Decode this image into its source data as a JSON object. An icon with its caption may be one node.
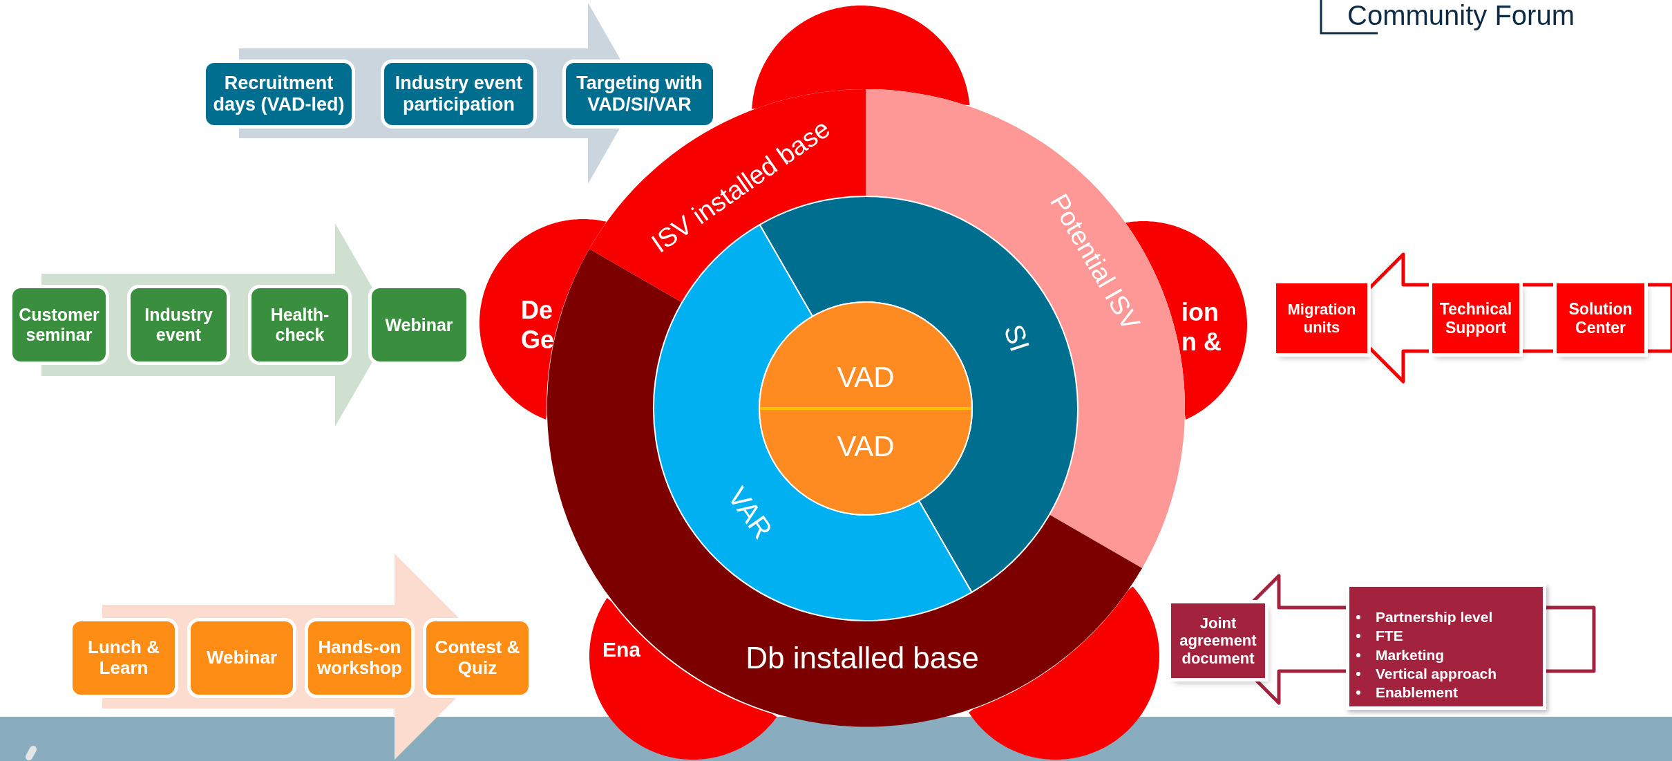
{
  "diagram": {
    "nodes": [
      {
        "text": [
          "Recruitment days (VAD-led)"
        ]
      },
      {
        "text": [
          "Industry event participation"
        ]
      },
      {
        "text": [
          "Targeting with VAD/SI/VAR"
        ]
      },
      {
        "text": [
          "Customer seminar"
        ]
      },
      {
        "text": [
          "Industry event"
        ]
      },
      {
        "text": [
          "Health-check"
        ]
      },
      {
        "text": [
          "Webinar"
        ]
      },
      {
        "text": [],
        "shape": "circle"
      },
      {
        "text": [
          "De Ge"
        ]
      },
      {
        "text": [
          "ion n &"
        ]
      },
      {
        "text": [
          "ISV installed base"
        ]
      },
      {
        "text": [
          "Potential ISV"
        ]
      },
      {
        "text": [
          "Db installed base"
        ]
      },
      {
        "text": [
          "SI"
        ]
      },
      {
        "text": [
          "VAR"
        ]
      },
      {
        "text": [
          "VAD"
        ]
      },
      {
        "text": [
          "VAD"
        ]
      },
      {
        "text": [
          "Migration units"
        ]
      },
      {
        "text": [
          "Technical Support"
        ]
      },
      {
        "text": [
          "Solution Center"
        ]
      },
      {
        "text": [
          "Lunch & Learn"
        ]
      },
      {
        "text": [
          "Webinar"
        ]
      },
      {
        "text": [
          "Hands-on workshop"
        ]
      },
      {
        "text": [
          "Contest & Quiz"
        ]
      },
      {
        "text": [
          "Ena"
        ]
      },
      {
        "text": [],
        "shape": "circle"
      },
      {
        "text": [
          "Joint agreement document"
        ]
      },
      {
        "text": [
          "Partnership level",
          "FTE",
          "Marketing",
          "Vertical approach",
          "Enablement"
        ]
      }
    ],
    "edges": [
      {
        "from": 0,
        "to": 2,
        "arrow": "to",
        "color": "#cbd5de"
      },
      {
        "from": 3,
        "to": 6,
        "arrow": "to",
        "color": "#cfdfd0"
      },
      {
        "from": 20,
        "to": 23,
        "arrow": "to",
        "color": "#fddcd0"
      },
      {
        "from": 19,
        "to": 17,
        "arrow": "to",
        "color": "#f40000"
      },
      {
        "from": 27,
        "to": 26,
        "arrow": "to",
        "color": "#a3233f"
      }
    ],
    "labels": [
      "Community Forum"
    ]
  }
}
